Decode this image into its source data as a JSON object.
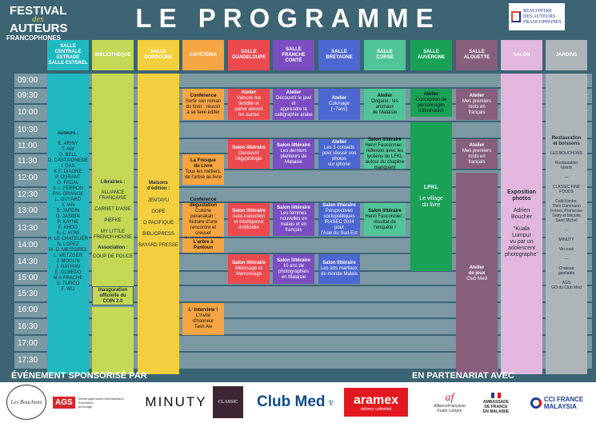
{
  "festival": {
    "line1": "FESTIVAL",
    "line2": "des",
    "line3": "AUTEURS",
    "line4": "FRANCOPHONES"
  },
  "title": "LE PROGRAMME",
  "corner_logo": "RENCONTRE\nDES AUTEURS\nFRANCOPHONES",
  "columns": [
    {
      "label": "SALLE CENTRALE\nESTRADE\nSALLE ESTEREL",
      "color": "#20b8c0"
    },
    {
      "label": "BIBLIOTHÈQUE",
      "color": "#c4d855"
    },
    {
      "label": "SALLE\nDORDOGNE",
      "color": "#f1cf3f"
    },
    {
      "label": "CAFÉTÉRIA",
      "color": "#f5a541"
    },
    {
      "label": "SALLE\nGUADELOUPE",
      "color": "#ea4a4e"
    },
    {
      "label": "SALLE\nFRANCHE\nCONTÉ",
      "color": "#7a4ec0"
    },
    {
      "label": "SALLE\nBRETAGNE",
      "color": "#4c67d0"
    },
    {
      "label": "SALLE\nCORSE",
      "color": "#52c598"
    },
    {
      "label": "SALLE\nAUVERGNE",
      "color": "#1aa158"
    },
    {
      "label": "SALLE\nALOUETTE",
      "color": "#865f7d"
    },
    {
      "label": "SALON",
      "color": "#e2b6dd"
    },
    {
      "label": "JARDINS",
      "color": "#aeb5b8"
    }
  ],
  "times": [
    "09:00",
    "09:30",
    "10:00",
    "10:30",
    "11:00",
    "11:30",
    "12:00",
    "12:30",
    "13:00",
    "13:30",
    "14:00",
    "14:30",
    "15:00",
    "15:30",
    "16:00",
    "16:30",
    "17:00",
    "17:30"
  ],
  "central": {
    "title": "Auteurs :",
    "names": "E. ARINY\nT. AW\nD. BELL\nD. CASTAIGNEDE\nI. DAS\nK.F. DIAGNE\nP. DURANT\nG. FACAL\nS.-I. FERRON\nP.H. GRANGE\nL. GUYARD\nY. IAN\nS. JARDIN\nD. JASMIN\nP. KAYNE\nF. KHOO\nS.-L. KOW\nH. LE CHATELIER\nN. LOPEZ\nM.-D. MEISSIREL\nL. METZGER\nJ. MOULIN\nJ. NATHAN\nE. OLMEDO\nM.A PRACHE\nS. TURCO\nF. WU"
  },
  "library": {
    "title": "Librairies :",
    "items": "ALLIANCE\nFRANCAISE\n\nCARNET D'ASIE\n\nPIEFKE\n\nMY LITTLE\nFRENCH HOUSE",
    "assoc_title": "Association :",
    "assoc": "COUP DE POUCE",
    "inaug": "Inauguration\nofficielle du\nCOIN 2.0"
  },
  "dordogne": {
    "title": "Maisons\nd'édition :",
    "items": "JENTAYU\n\nGOPE\n\nO PACIFIQUE\n\nBIBLIOPRESS\n\nBAYARD PRESSE"
  },
  "cafeteria": [
    {
      "title": "Conférence",
      "text": "Sortir son roman\ndu tiroir : réussir\nà se faire éditer"
    },
    {
      "title": "La Fresque\ndu Livre",
      "text": "Tous les métiers,\nde l'arbre au livre"
    },
    {
      "title": "Conférence\ndégustation",
      "text": "Cuisine péranakan :\nhistoire d'une\nrencontre et creuset\ndu vivre ensemble"
    },
    {
      "title": "L'arbre à\nPantoun",
      "text": ""
    },
    {
      "title": "L' Interview !",
      "text": "L'invité\nd'honneur\nTash Aw"
    }
  ],
  "guadeloupe": [
    {
      "title": "Atelier",
      "text": "Vaincre ma\ntimidité et\nparler devant\nles autres"
    },
    {
      "title": "Salon littéraire",
      "text": "Découvrir\nl'égyptologie"
    },
    {
      "title": "Salon littéraire",
      "text": "Auto-traduction\net Intelligence\nArtificielle"
    },
    {
      "title": "Salon littéraire",
      "text": "Métissage et\nMarronnage"
    }
  ],
  "franche": [
    {
      "title": "Atelier",
      "text": "Découvrir le jawi et\napprendre la\ncalligraphie arabe"
    },
    {
      "title": "Salon littéraire",
      "text": "Les derniers\nplanteurs de\nMalaisie"
    },
    {
      "title": "Salon littéraire",
      "text": "Les femmes\nnouvelles en\nmalais et en\nfrançais"
    },
    {
      "title": "Salon littéraire",
      "text": "10 ans de\nphotographies\nen Malaisie"
    }
  ],
  "bretagne": [
    {
      "title": "Atelier",
      "text": "Coloriage\n(~7ans)"
    },
    {
      "title": "Atelier",
      "text": "Les 3 conseils\npour réussir vos\nphotos\nsur iphone"
    },
    {
      "title": "Salon littéraire",
      "text": "Perspectives\nsociopolitiques\nIRASEC 2024 pour\nl'Asie du Sud-Est"
    },
    {
      "title": "Salon littéraire",
      "text": "Les arts martiaux\ndu monde Malais"
    }
  ],
  "corse": [
    {
      "title": "Atelier",
      "text": "Origami : les\nanimaux\nde Malaisie"
    },
    {
      "title": "Salon littéraire",
      "text": "Henri Fauconnier :\nréflexion avec les\nlycéens du LFKL\nautour du chapitre\nmanquant"
    },
    {
      "title": "Salon littéraire",
      "text": "Henri Fauconnier :\nrésultat de\nl'enquête !"
    }
  ],
  "auvergne": {
    "atelier_title": "Atelier",
    "atelier_text": "Conception de\npersonnages\nd'illustration",
    "lfkl_title": "LFKL",
    "lfkl_text": "Le village\ndu livre"
  },
  "alouette": [
    {
      "title": "Atelier",
      "text": "Mes premiers\nmots en\nfrançais"
    },
    {
      "title": "Atelier",
      "text": "Mes premiers\nmots en\nfrançais"
    },
    {
      "title": "Atelier\nde jeux",
      "text": "Club Med"
    }
  ],
  "salon": {
    "title": "Exposition\nphotos",
    "author": "Adrien\nBoucher",
    "quote": "\"Kuala\nLumpur\nvu par un\nadolescent\nphotographe\""
  },
  "jardins": {
    "title": "Restauration\net boissons",
    "items": "LES BOUCHONS\n\nRestauration\nbistrot\n\n---\n\nCLASSIC FINE\nFOODS\n\nCafé Kimbo,\nThés Dammann\nFrères, Promesse\nDairy et biscuits\nSaint Michel\n\n---\n\nMINUTY\n\nVin rosé\n\n---\n\nChateau\ngonflable\n\nAGS\nGO du Club Med"
  },
  "footer": {
    "left": "ÉVÉNEMENT SPONSORISÉ PAR",
    "right": "EN PARTENARIAT AVEC"
  },
  "sponsors": {
    "bouchons": "Les Bouchons",
    "ags": "AGS",
    "ags_sub": "Déménagements Internationaux\nRelocation\nArchivage",
    "minuty": "MINUTY",
    "classic": "CLASSIC",
    "clubmed": "Club Med",
    "aramex": "aramex",
    "aramex_sub": "delivery unlimited",
    "alliance": "AllianceFrançaise\nKuala Lumpur",
    "ambassade": "AMBASSADE\nDE FRANCE\nEN MALAISIE",
    "cci": "CCI FRANCE\nMALAYSIA"
  }
}
